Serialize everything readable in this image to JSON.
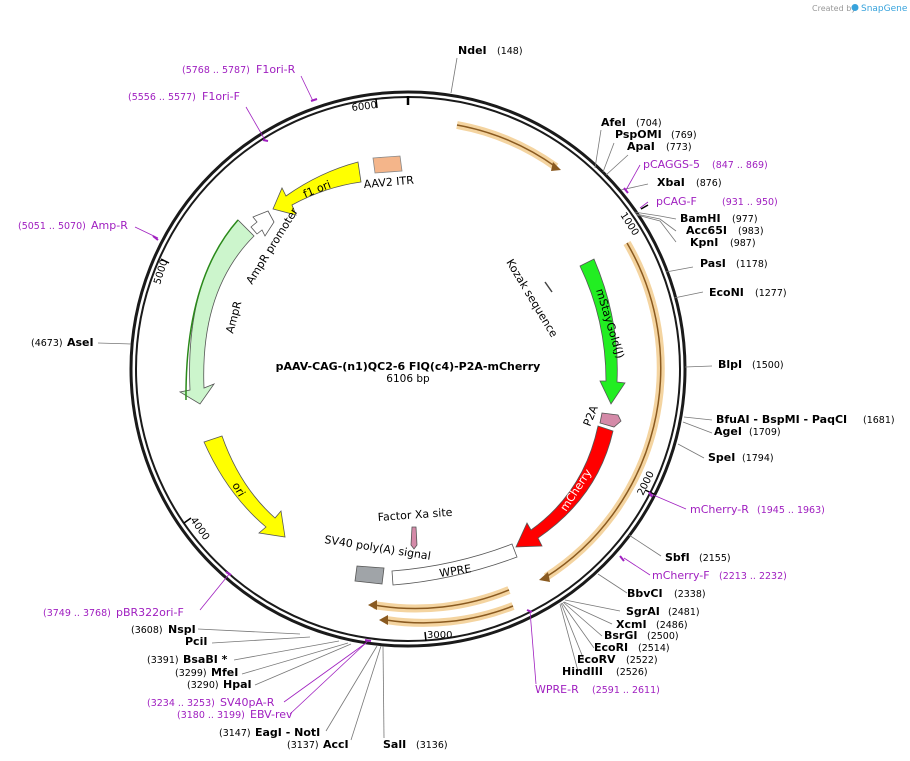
{
  "credit": {
    "created_by": "Created by",
    "brand": "SnapGene"
  },
  "plasmid": {
    "name": "pAAV-CAG-(n1)QC2-6 FIQ(c4)-P2A-mCherry",
    "length": "6106 bp"
  },
  "ticks": [
    "1000",
    "2000",
    "3000",
    "4000",
    "5000",
    "6000"
  ],
  "features": {
    "aav2_itr": "AAV2 ITR",
    "f1_ori": "f1 ori",
    "ampr_promoter": "AmpR promoter",
    "ampr": "AmpR",
    "ori": "ori",
    "kozak": "Kozak sequence",
    "mstaygold": "mStayGold(J)",
    "p2a": "P2A",
    "mcherry": "mCherry",
    "factor_xa": "Factor Xa site",
    "sv40": "SV40 poly(A) signal",
    "wpre": "WPRE"
  },
  "sites": [
    {
      "name": "NdeI",
      "pos": "(148)"
    },
    {
      "name": "AfeI",
      "pos": "(704)"
    },
    {
      "name": "PspOMI",
      "pos": "(769)"
    },
    {
      "name": "ApaI",
      "pos": "(773)"
    },
    {
      "name": "XbaI",
      "pos": "(876)"
    },
    {
      "name": "BamHI",
      "pos": "(977)"
    },
    {
      "name": "Acc65I",
      "pos": "(983)"
    },
    {
      "name": "KpnI",
      "pos": "(987)"
    },
    {
      "name": "PasI",
      "pos": "(1178)"
    },
    {
      "name": "EcoNI",
      "pos": "(1277)"
    },
    {
      "name": "BlpI",
      "pos": "(1500)"
    },
    {
      "name": "BfuAI - BspMI - PaqCI",
      "pos": "(1681)"
    },
    {
      "name": "AgeI",
      "pos": "(1709)"
    },
    {
      "name": "SpeI",
      "pos": "(1794)"
    },
    {
      "name": "SbfI",
      "pos": "(2155)"
    },
    {
      "name": "BbvCI",
      "pos": "(2338)"
    },
    {
      "name": "SgrAI",
      "pos": "(2481)"
    },
    {
      "name": "XcmI",
      "pos": "(2486)"
    },
    {
      "name": "BsrGI",
      "pos": "(2500)"
    },
    {
      "name": "EcoRI",
      "pos": "(2514)"
    },
    {
      "name": "EcoRV",
      "pos": "(2522)"
    },
    {
      "name": "HindIII",
      "pos": "(2526)"
    },
    {
      "name": "SalI",
      "pos": "(3136)"
    },
    {
      "name": "AccI",
      "pos": "(3137)"
    },
    {
      "name": "EagI - NotI",
      "pos": "(3147)"
    },
    {
      "name": "HpaI",
      "pos": "(3290)"
    },
    {
      "name": "MfeI",
      "pos": "(3299)"
    },
    {
      "name": "BsaBI *",
      "pos": "(3391)"
    },
    {
      "name": "PciI",
      "pos": ""
    },
    {
      "name": "NspI",
      "pos": "(3608)"
    },
    {
      "name": "AseI",
      "pos": "(4673)"
    }
  ],
  "primers": [
    {
      "name": "F1ori-R",
      "pos": "(5768 .. 5787)"
    },
    {
      "name": "F1ori-F",
      "pos": "(5556 .. 5577)"
    },
    {
      "name": "Amp-R",
      "pos": "(5051 .. 5070)"
    },
    {
      "name": "pCAGGS-5",
      "pos": "(847 .. 869)"
    },
    {
      "name": "pCAG-F",
      "pos": "(931 .. 950)"
    },
    {
      "name": "mCherry-R",
      "pos": "(1945 .. 1963)"
    },
    {
      "name": "mCherry-F",
      "pos": "(2213 .. 2232)"
    },
    {
      "name": "WPRE-R",
      "pos": "(2591 .. 2611)"
    },
    {
      "name": "pBR322ori-F",
      "pos": "(3749 .. 3768)"
    },
    {
      "name": "SV40pA-R",
      "pos": "(3234 .. 3253)"
    },
    {
      "name": "EBV-rev",
      "pos": "(3180 .. 3199)"
    }
  ],
  "colors": {
    "backbone": "#1a1a1a",
    "orf": "#f2a84a",
    "f1_ori": "#ffff00",
    "ori": "#ffff00",
    "ampr": "#ccf5cc",
    "itr": "#f4b58a",
    "mstaygold": "#22ee22",
    "p2a": "#d48aa8",
    "mcherry": "#ff0000",
    "sv40": "#a0a4a8",
    "primer": "#a020c0",
    "snapgene_blue": "#37a3dc"
  }
}
